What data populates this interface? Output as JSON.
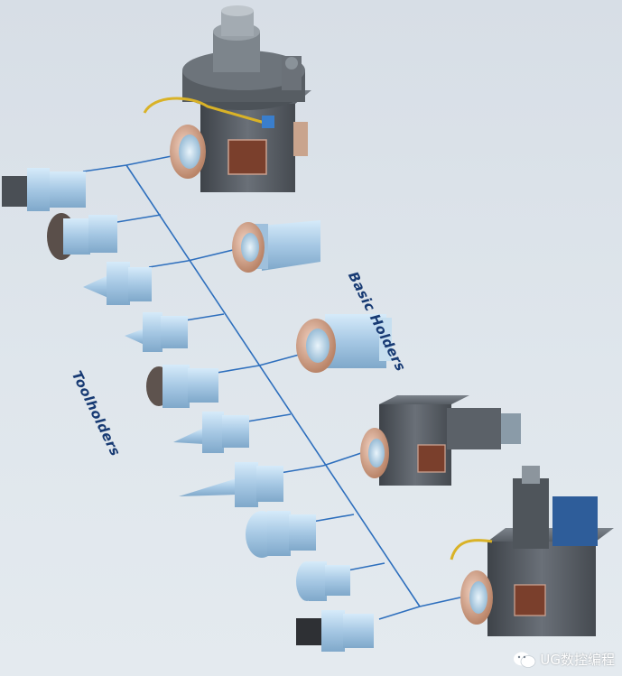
{
  "labels": {
    "basic_holders": "Basic Holders",
    "toolholders": "Toolholders"
  },
  "watermark": {
    "text": "UG数控编程",
    "icon": "wechat-icon"
  },
  "colors": {
    "connector_line": "#2e6fbd",
    "label_text": "#173a73",
    "holder_steel": "#5a5f66",
    "tool_blue": "#a9cbe6",
    "copper_flange": "#d7a58e",
    "coolant_pipe": "#d9b227"
  }
}
